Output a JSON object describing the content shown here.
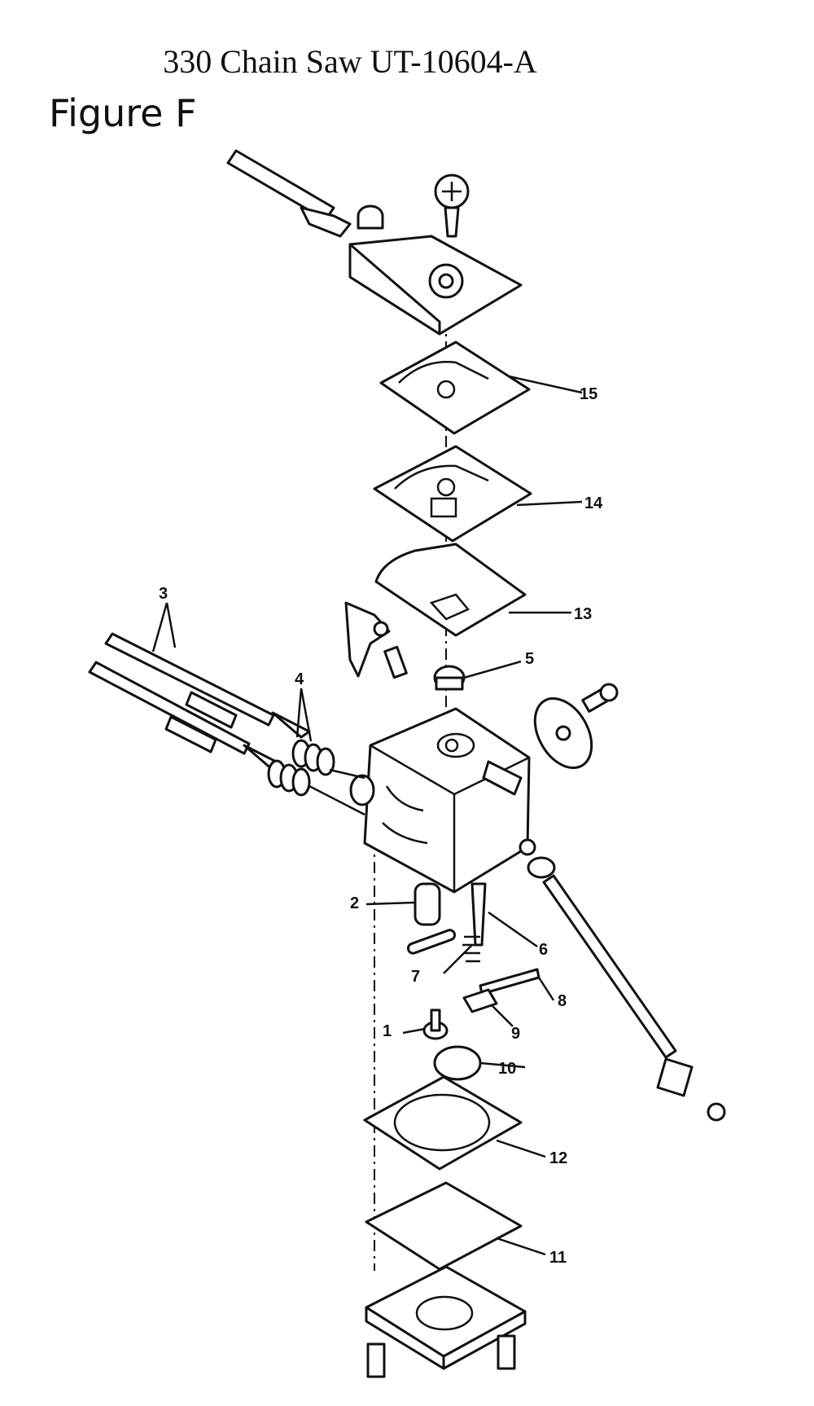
{
  "document": {
    "title": "330 Chain Saw UT-10604-A",
    "figure_label": "Figure F"
  },
  "callouts": [
    {
      "id": "1",
      "label": "1"
    },
    {
      "id": "2",
      "label": "2"
    },
    {
      "id": "3",
      "label": "3"
    },
    {
      "id": "4",
      "label": "4"
    },
    {
      "id": "5",
      "label": "5"
    },
    {
      "id": "6",
      "label": "6"
    },
    {
      "id": "7",
      "label": "7"
    },
    {
      "id": "8",
      "label": "8"
    },
    {
      "id": "9",
      "label": "9"
    },
    {
      "id": "10",
      "label": "10"
    },
    {
      "id": "11",
      "label": "11"
    },
    {
      "id": "12",
      "label": "12"
    },
    {
      "id": "13",
      "label": "13"
    },
    {
      "id": "14",
      "label": "14"
    },
    {
      "id": "15",
      "label": "15"
    }
  ]
}
